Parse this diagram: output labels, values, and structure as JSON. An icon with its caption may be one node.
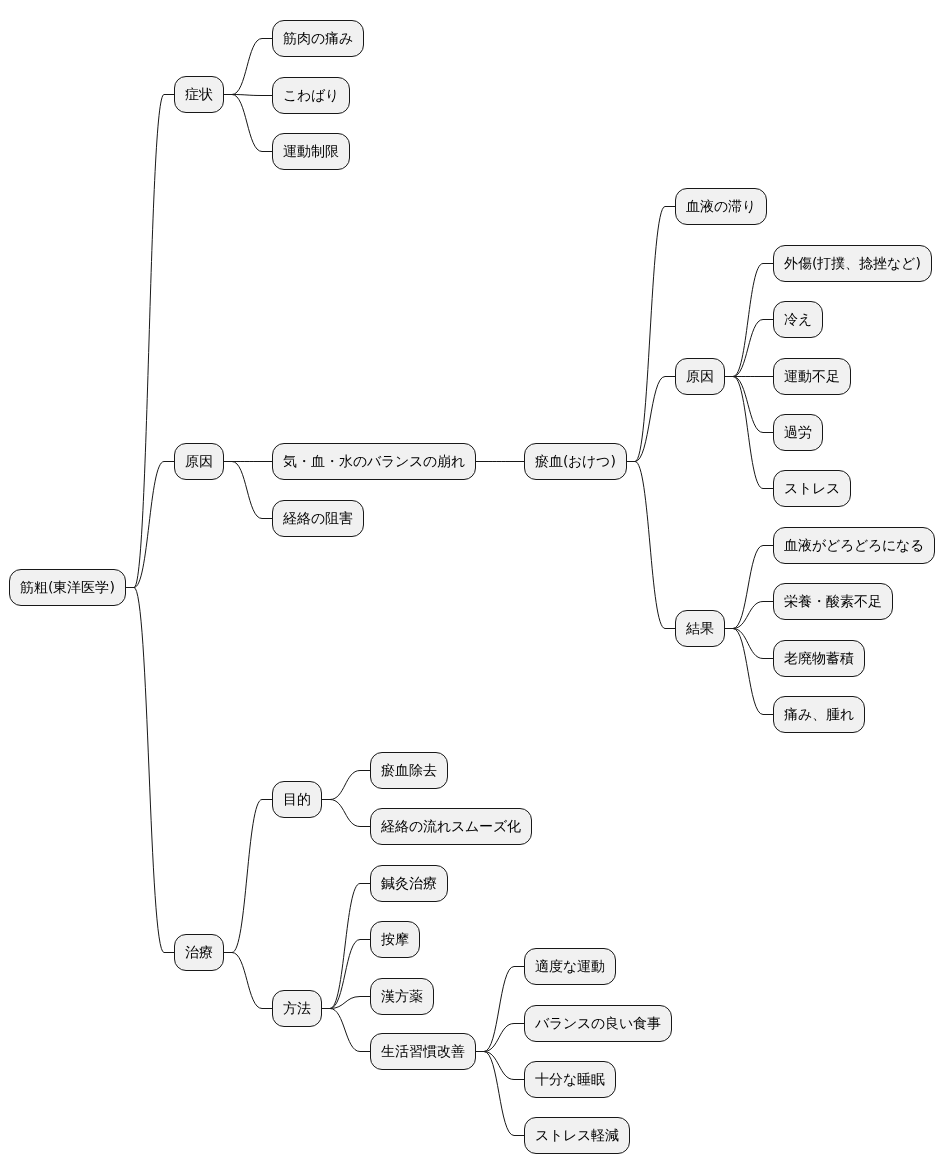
{
  "diagram": {
    "nodes": [
      {
        "text": [
          "筋粗(東洋医学)"
        ]
      },
      {
        "text": [
          "症状"
        ]
      },
      {
        "text": [
          "筋肉の痛み"
        ]
      },
      {
        "text": [
          "こわばり"
        ]
      },
      {
        "text": [
          "運動制限"
        ]
      },
      {
        "text": [
          "原因"
        ]
      },
      {
        "text": [
          "気・血・水のバランスの崩れ"
        ]
      },
      {
        "text": [
          "瘀血(おけつ)"
        ]
      },
      {
        "text": [
          "血液の滞り"
        ]
      },
      {
        "text": [
          "原因"
        ]
      },
      {
        "text": [
          "外傷(打撲、捻挫など)"
        ]
      },
      {
        "text": [
          "冷え"
        ]
      },
      {
        "text": [
          "運動不足"
        ]
      },
      {
        "text": [
          "過労"
        ]
      },
      {
        "text": [
          "ストレス"
        ]
      },
      {
        "text": [
          "結果"
        ]
      },
      {
        "text": [
          "血液がどろどろになる"
        ]
      },
      {
        "text": [
          "栄養・酸素不足"
        ]
      },
      {
        "text": [
          "老廃物蓄積"
        ]
      },
      {
        "text": [
          "痛み、腫れ"
        ]
      },
      {
        "text": [
          "経絡の阻害"
        ]
      },
      {
        "text": [
          "治療"
        ]
      },
      {
        "text": [
          "目的"
        ]
      },
      {
        "text": [
          "瘀血除去"
        ]
      },
      {
        "text": [
          "経絡の流れスムーズ化"
        ]
      },
      {
        "text": [
          "方法"
        ]
      },
      {
        "text": [
          "鍼灸治療"
        ]
      },
      {
        "text": [
          "按摩"
        ]
      },
      {
        "text": [
          "漢方薬"
        ]
      },
      {
        "text": [
          "生活習慣改善"
        ]
      },
      {
        "text": [
          "適度な運動"
        ]
      },
      {
        "text": [
          "バランスの良い食事"
        ]
      },
      {
        "text": [
          "十分な睡眠"
        ]
      },
      {
        "text": [
          "ストレス軽減"
        ]
      }
    ],
    "edges": [
      {
        "from": 0,
        "to": 1,
        "arrow": "none"
      },
      {
        "from": 1,
        "to": 2,
        "arrow": "none"
      },
      {
        "from": 1,
        "to": 3,
        "arrow": "none"
      },
      {
        "from": 1,
        "to": 4,
        "arrow": "none"
      },
      {
        "from": 0,
        "to": 5,
        "arrow": "none"
      },
      {
        "from": 5,
        "to": 6,
        "arrow": "none"
      },
      {
        "from": 6,
        "to": 7,
        "arrow": "none"
      },
      {
        "from": 7,
        "to": 8,
        "arrow": "none"
      },
      {
        "from": 7,
        "to": 9,
        "arrow": "none"
      },
      {
        "from": 9,
        "to": 10,
        "arrow": "none"
      },
      {
        "from": 9,
        "to": 11,
        "arrow": "none"
      },
      {
        "from": 9,
        "to": 12,
        "arrow": "none"
      },
      {
        "from": 9,
        "to": 13,
        "arrow": "none"
      },
      {
        "from": 9,
        "to": 14,
        "arrow": "none"
      },
      {
        "from": 7,
        "to": 15,
        "arrow": "none"
      },
      {
        "from": 15,
        "to": 16,
        "arrow": "none"
      },
      {
        "from": 15,
        "to": 17,
        "arrow": "none"
      },
      {
        "from": 15,
        "to": 18,
        "arrow": "none"
      },
      {
        "from": 15,
        "to": 19,
        "arrow": "none"
      },
      {
        "from": 5,
        "to": 20,
        "arrow": "none"
      },
      {
        "from": 0,
        "to": 21,
        "arrow": "none"
      },
      {
        "from": 21,
        "to": 22,
        "arrow": "none"
      },
      {
        "from": 22,
        "to": 23,
        "arrow": "none"
      },
      {
        "from": 22,
        "to": 24,
        "arrow": "none"
      },
      {
        "from": 21,
        "to": 25,
        "arrow": "none"
      },
      {
        "from": 25,
        "to": 26,
        "arrow": "none"
      },
      {
        "from": 25,
        "to": 27,
        "arrow": "none"
      },
      {
        "from": 25,
        "to": 28,
        "arrow": "none"
      },
      {
        "from": 25,
        "to": 29,
        "arrow": "none"
      },
      {
        "from": 29,
        "to": 30,
        "arrow": "none"
      },
      {
        "from": 29,
        "to": 31,
        "arrow": "none"
      },
      {
        "from": 29,
        "to": 32,
        "arrow": "none"
      },
      {
        "from": 29,
        "to": 33,
        "arrow": "none"
      }
    ]
  }
}
